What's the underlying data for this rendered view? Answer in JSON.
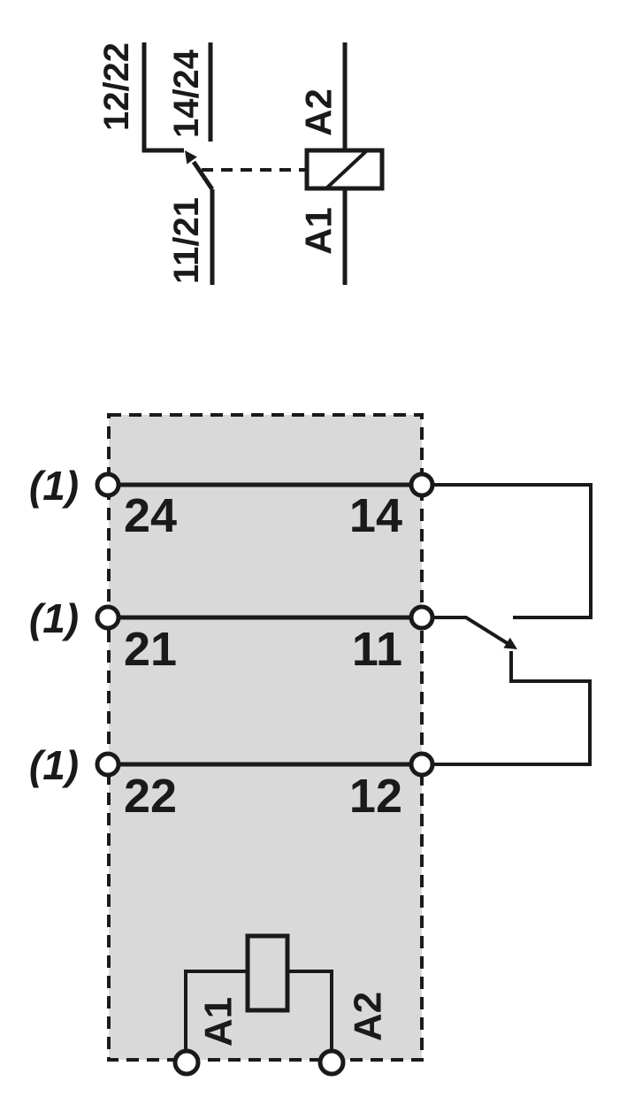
{
  "colors": {
    "stroke": "#1a1a1a",
    "panel_fill": "#d9d9d9",
    "background": "#ffffff"
  },
  "schematic_symbol": {
    "contact": {
      "nc_label": "12/22",
      "no_label": "14/24",
      "common_label": "11/21"
    },
    "coil": {
      "top_label": "A2",
      "bottom_label": "A1"
    }
  },
  "terminal_panel": {
    "note_label": "(1)",
    "rows": [
      {
        "left": "24",
        "right": "14"
      },
      {
        "left": "21",
        "right": "11"
      },
      {
        "left": "22",
        "right": "12"
      }
    ],
    "coil": {
      "left_label": "A1",
      "right_label": "A2"
    }
  }
}
